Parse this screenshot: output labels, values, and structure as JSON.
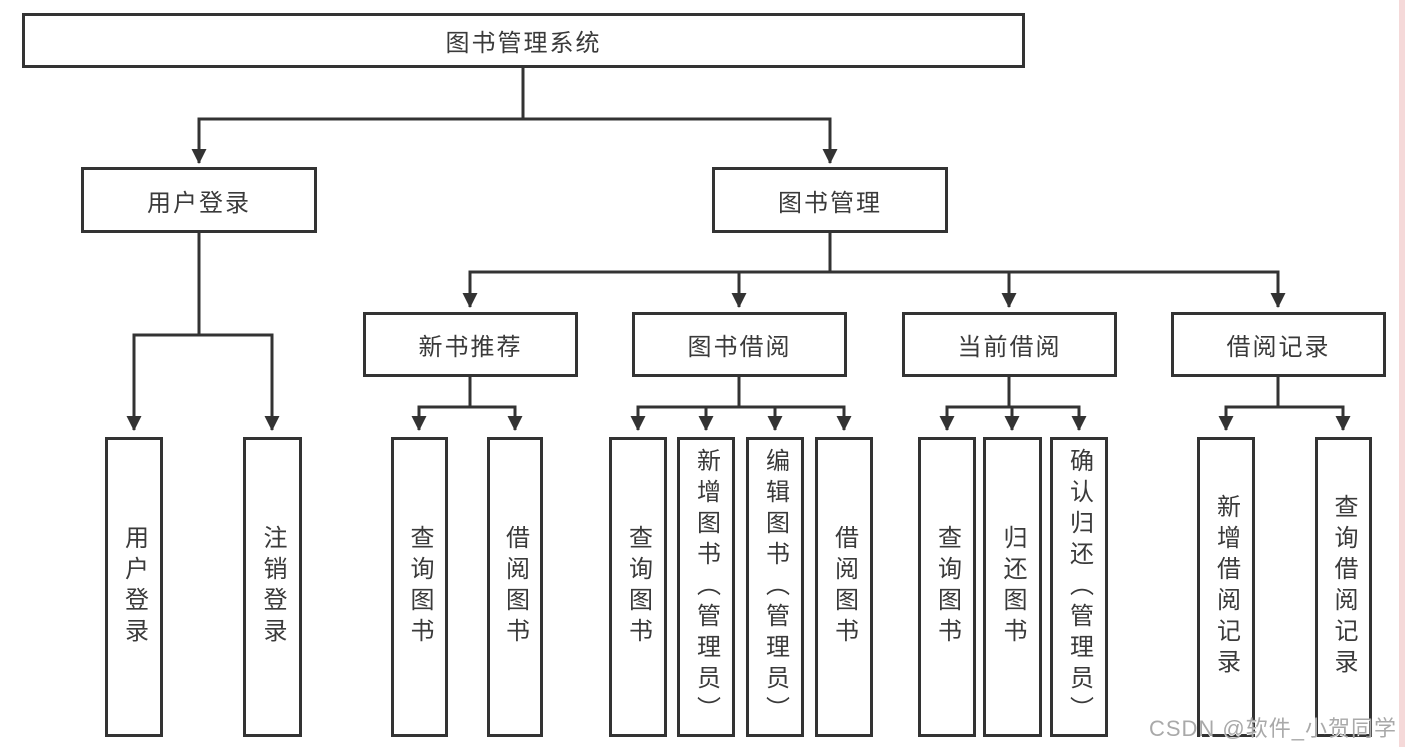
{
  "tree": {
    "root": {
      "label": "图书管理系统"
    },
    "login": {
      "label": "用户登录",
      "children": [
        {
          "label": "用户登录"
        },
        {
          "label": "注销登录"
        }
      ]
    },
    "management": {
      "label": "图书管理",
      "sections": [
        {
          "label": "新书推荐",
          "children": [
            {
              "label": "查询图书"
            },
            {
              "label": "借阅图书"
            }
          ]
        },
        {
          "label": "图书借阅",
          "children": [
            {
              "label": "查询图书"
            },
            {
              "label": "新增图书（管理员）"
            },
            {
              "label": "编辑图书（管理员）"
            },
            {
              "label": "借阅图书"
            }
          ]
        },
        {
          "label": "当前借阅",
          "children": [
            {
              "label": "查询图书"
            },
            {
              "label": "归还图书"
            },
            {
              "label": "确认归还（管理员）"
            }
          ]
        },
        {
          "label": "借阅记录",
          "children": [
            {
              "label": "新增借阅记录"
            },
            {
              "label": "查询借阅记录"
            }
          ]
        }
      ]
    }
  },
  "watermark": {
    "text": "CSDN @软件_小贺同学"
  },
  "colors": {
    "line": "#333333",
    "box_border": "#333333",
    "box_fill": "#ffffff",
    "text": "#3a3a3a",
    "watermark_text": "#a9a9a9",
    "right_edge_bar": "#f5d9d9"
  }
}
